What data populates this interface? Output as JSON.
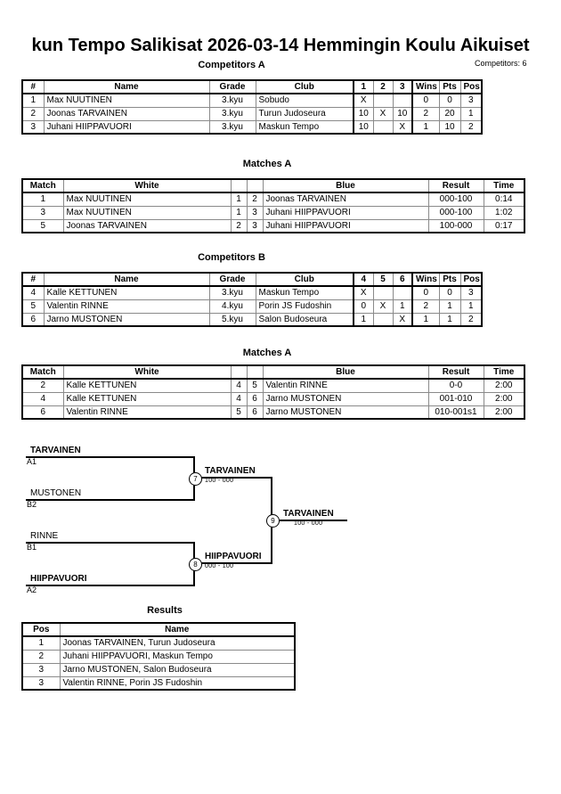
{
  "header": {
    "title": "kun Tempo Salikisat  2026-03-14  Hemmingin Koulu   Aikuiset",
    "competitors_label": "Competitors: 6"
  },
  "sections": {
    "competitors_a": "Competitors A",
    "matches_a1": "Matches A",
    "competitors_b": "Competitors B",
    "matches_a2": "Matches A",
    "results": "Results"
  },
  "competitors_table": {
    "headers": [
      "#",
      "Name",
      "Grade",
      "Club",
      "1",
      "2",
      "3",
      "Wins",
      "Pts",
      "Pos"
    ],
    "rows": [
      {
        "num": "1",
        "name": "Max NUUTINEN",
        "grade": "3.kyu",
        "club": "Sobudo",
        "m1": "X",
        "m2": "",
        "m3": "",
        "wins": "0",
        "pts": "0",
        "pos": "3"
      },
      {
        "num": "2",
        "name": "Joonas TARVAINEN",
        "grade": "3.kyu",
        "club": "Turun Judoseura",
        "m1": "10",
        "m2": "X",
        "m3": "10",
        "wins": "2",
        "pts": "20",
        "pos": "1"
      },
      {
        "num": "3",
        "name": "Juhani HIIPPAVUORI",
        "grade": "3.kyu",
        "club": "Maskun Tempo",
        "m1": "10",
        "m2": "",
        "m3": "X",
        "wins": "1",
        "pts": "10",
        "pos": "2"
      }
    ]
  },
  "competitors_table_b": {
    "headers": [
      "#",
      "Name",
      "Grade",
      "Club",
      "4",
      "5",
      "6",
      "Wins",
      "Pts",
      "Pos"
    ],
    "rows": [
      {
        "num": "4",
        "name": "Kalle KETTUNEN",
        "grade": "3.kyu",
        "club": "Maskun Tempo",
        "m1": "X",
        "m2": "",
        "m3": "",
        "wins": "0",
        "pts": "0",
        "pos": "3"
      },
      {
        "num": "5",
        "name": "Valentin RINNE",
        "grade": "4.kyu",
        "club": "Porin JS Fudoshin",
        "m1": "0",
        "m2": "X",
        "m3": "1",
        "wins": "2",
        "pts": "1",
        "pos": "1"
      },
      {
        "num": "6",
        "name": "Jarno MUSTONEN",
        "grade": "5.kyu",
        "club": "Salon Budoseura",
        "m1": "1",
        "m2": "",
        "m3": "X",
        "wins": "1",
        "pts": "1",
        "pos": "2"
      }
    ]
  },
  "matches_table_a": {
    "headers": [
      "Match",
      "White",
      "",
      "",
      "Blue",
      "Result",
      "Time"
    ],
    "rows": [
      {
        "match": "1",
        "white": "Max NUUTINEN",
        "white_bold": false,
        "wnum": "1",
        "bnum": "2",
        "blue": "Joonas TARVAINEN",
        "blue_bold": true,
        "result": "000-100",
        "time": "0:14"
      },
      {
        "match": "3",
        "white": "Max NUUTINEN",
        "white_bold": false,
        "wnum": "1",
        "bnum": "3",
        "blue": "Juhani HIIPPAVUORI",
        "blue_bold": true,
        "result": "000-100",
        "time": "1:02"
      },
      {
        "match": "5",
        "white": "Joonas TARVAINEN",
        "white_bold": true,
        "wnum": "2",
        "bnum": "3",
        "blue": "Juhani HIIPPAVUORI",
        "blue_bold": false,
        "result": "100-000",
        "time": "0:17"
      }
    ]
  },
  "matches_table_b": {
    "headers": [
      "Match",
      "White",
      "",
      "",
      "Blue",
      "Result",
      "Time"
    ],
    "rows": [
      {
        "match": "2",
        "white": "Kalle KETTUNEN",
        "white_bold": false,
        "wnum": "4",
        "bnum": "5",
        "blue": "Valentin RINNE",
        "blue_bold": true,
        "result": "0-0",
        "time": "2:00"
      },
      {
        "match": "4",
        "white": "Kalle KETTUNEN",
        "white_bold": false,
        "wnum": "4",
        "bnum": "6",
        "blue": "Jarno MUSTONEN",
        "blue_bold": true,
        "result": "001-010",
        "time": "2:00"
      },
      {
        "match": "6",
        "white": "Valentin RINNE",
        "white_bold": true,
        "wnum": "5",
        "bnum": "6",
        "blue": "Jarno MUSTONEN",
        "blue_bold": false,
        "result": "010-001s1",
        "time": "2:00"
      }
    ]
  },
  "bracket": {
    "seeds": [
      {
        "name": "TARVAINEN",
        "code": "A1",
        "bold": true
      },
      {
        "name": "MUSTONEN",
        "code": "B2",
        "bold": false
      },
      {
        "name": "RINNE",
        "code": "B1",
        "bold": false
      },
      {
        "name": "HIIPPAVUORI",
        "code": "A2",
        "bold": true
      }
    ],
    "semifinal_top": {
      "node": "7",
      "winner": "TARVAINEN",
      "score": "100 - 000"
    },
    "semifinal_bottom": {
      "node": "8",
      "winner": "HIIPPAVUORI",
      "score": "000 - 100"
    },
    "final": {
      "node": "9",
      "winner": "TARVAINEN",
      "score": "100 - 000"
    }
  },
  "results_table": {
    "headers": [
      "Pos",
      "Name"
    ],
    "rows": [
      {
        "pos": "1",
        "name": "Joonas TARVAINEN, Turun Judoseura"
      },
      {
        "pos": "2",
        "name": "Juhani HIIPPAVUORI, Maskun Tempo"
      },
      {
        "pos": "3",
        "name": "Jarno MUSTONEN, Salon Budoseura"
      },
      {
        "pos": "3",
        "name": "Valentin RINNE, Porin JS Fudoshin"
      }
    ]
  }
}
